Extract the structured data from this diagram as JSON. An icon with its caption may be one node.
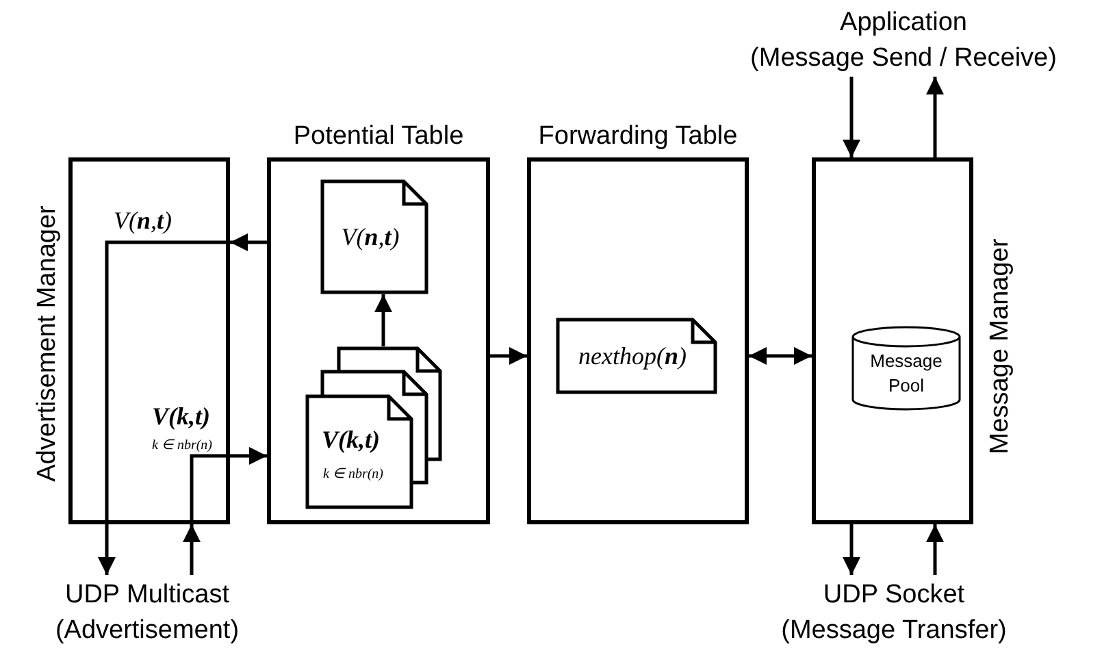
{
  "diagram": {
    "nodes": [
      {
        "text": [
          "Advertisement Manager",
          "V(**n**,**t**)",
          "V(k,t)",
          "k ∈ nbr(n)"
        ]
      },
      {
        "text": [
          "Potential Table"
        ]
      },
      {
        "text": [
          "V(**n**,**t**)"
        ],
        "in": 1
      },
      {
        "text": [
          "V(k,t)",
          "k ∈ nbr(n)"
        ],
        "in": 1
      },
      {
        "text": [
          "Forwarding Table"
        ]
      },
      {
        "text": [
          "nexthop(**n**)"
        ],
        "in": 4
      },
      {
        "text": [
          "Message Manager"
        ]
      },
      {
        "text": [
          "Message Pool"
        ],
        "in": 6
      },
      {
        "text": [
          "Application",
          "(Message Send / Receive)"
        ]
      },
      {
        "text": [
          "UDP Multicast",
          "(Advertisement)"
        ]
      },
      {
        "text": [
          "UDP Socket",
          "(Message Transfer)"
        ]
      }
    ],
    "edges": [
      {
        "from": 1,
        "to": 0,
        "arrow": "to"
      },
      {
        "from": 0,
        "to": 9,
        "arrow": "to"
      },
      {
        "from": 9,
        "to": 0,
        "arrow": "to"
      },
      {
        "from": 0,
        "to": 1,
        "arrow": "to"
      },
      {
        "from": 3,
        "to": 2,
        "arrow": "to"
      },
      {
        "from": 1,
        "to": 4,
        "arrow": "to"
      },
      {
        "from": 4,
        "to": 6,
        "arrow": "both"
      },
      {
        "from": 8,
        "to": 6,
        "arrow": "to"
      },
      {
        "from": 6,
        "to": 8,
        "arrow": "to"
      },
      {
        "from": 6,
        "to": 10,
        "arrow": "to"
      },
      {
        "from": 10,
        "to": 6,
        "arrow": "to"
      }
    ]
  }
}
